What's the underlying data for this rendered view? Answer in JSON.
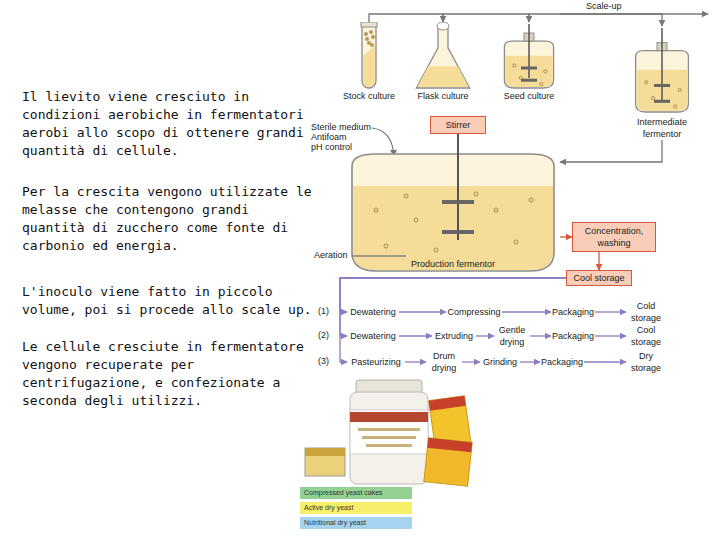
{
  "diagram": {
    "nodes": [
      {
        "text": [
          "Stock culture"
        ]
      },
      {
        "text": [
          "Flask culture"
        ]
      },
      {
        "text": [
          "Seed culture"
        ]
      },
      {
        "text": [
          "Intermediate fermentor"
        ]
      },
      {
        "text": [
          "Stirrer"
        ]
      },
      {
        "text": [
          "Production fermentor"
        ]
      },
      {
        "text": [
          "Concentration, washing"
        ]
      },
      {
        "text": [
          "Cool storage"
        ]
      },
      {
        "text": [
          "Dewatering"
        ]
      },
      {
        "text": [
          "Compressing"
        ]
      },
      {
        "text": [
          "Packaging"
        ]
      },
      {
        "text": [
          "Cold storage"
        ]
      },
      {
        "text": [
          "Dewatering"
        ]
      },
      {
        "text": [
          "Extruding"
        ]
      },
      {
        "text": [
          "Gentle drying"
        ]
      },
      {
        "text": [
          "Packaging"
        ]
      },
      {
        "text": [
          "Cool storage"
        ]
      },
      {
        "text": [
          "Pasteurizing"
        ]
      },
      {
        "text": [
          "Drum drying"
        ]
      },
      {
        "text": [
          "Grinding"
        ]
      },
      {
        "text": [
          "Packaging"
        ]
      },
      {
        "text": [
          "Dry storage"
        ]
      }
    ],
    "edges": [
      {
        "from": 0,
        "to": 1,
        "arrow": "to"
      },
      {
        "from": 1,
        "to": 2,
        "arrow": "to"
      },
      {
        "from": 2,
        "to": 3,
        "arrow": "to"
      },
      {
        "from": 3,
        "to": 5,
        "arrow": "to"
      },
      {
        "from": 5,
        "to": 6,
        "arrow": "to"
      },
      {
        "from": 6,
        "to": 7,
        "arrow": "to"
      },
      {
        "from": 7,
        "to": 8,
        "arrow": "to"
      },
      {
        "from": 7,
        "to": 12,
        "arrow": "to"
      },
      {
        "from": 7,
        "to": 17,
        "arrow": "to"
      },
      {
        "from": 8,
        "to": 9,
        "arrow": "to"
      },
      {
        "from": 9,
        "to": 10,
        "arrow": "to"
      },
      {
        "from": 10,
        "to": 11,
        "arrow": "to"
      },
      {
        "from": 12,
        "to": 13,
        "arrow": "to"
      },
      {
        "from": 13,
        "to": 14,
        "arrow": "to"
      },
      {
        "from": 14,
        "to": 15,
        "arrow": "to"
      },
      {
        "from": 15,
        "to": 16,
        "arrow": "to"
      },
      {
        "from": 17,
        "to": 18,
        "arrow": "to"
      },
      {
        "from": 18,
        "to": 19,
        "arrow": "to"
      },
      {
        "from": 19,
        "to": 20,
        "arrow": "to"
      },
      {
        "from": 20,
        "to": 21,
        "arrow": "to"
      }
    ],
    "labels": [
      "Il lievito viene cresciuto in condizioni aerobiche in fermentatori aerobi allo scopo di ottenere grandi quantità di cellule.",
      "Per la crescita vengono utilizzate le melasse che contengono grandi quantità di zucchero come fonte di carbonio ed energia.",
      "L'inoculo viene fatto in piccolo volume, poi si procede allo scale up.",
      "Le cellule cresciute in fermentatore vengono recuperate per centrifugazione, e confezionate a seconda degli utilizzi.",
      "Scale-up",
      "Sterile medium",
      "Antifoam",
      "pH control",
      "Aeration",
      "(1)",
      "(2)",
      "(3)"
    ],
    "legend": [
      {
        "text": "Compressed yeast cakes",
        "color": "#92d192"
      },
      {
        "text": "Active dry yeast",
        "color": "#f6ef6a"
      },
      {
        "text": "Nutritional dry yeast",
        "color": "#a5d3f0"
      }
    ]
  }
}
